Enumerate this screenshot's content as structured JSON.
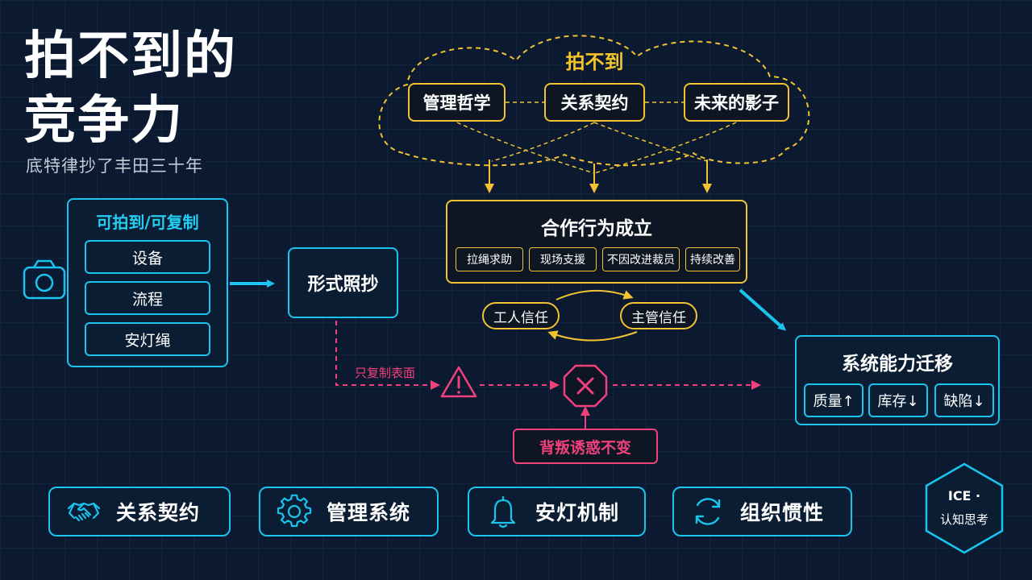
{
  "header": {
    "title_line1": "拍不到的",
    "title_line2": "竞争力",
    "subtitle": "底特律抄了丰田三十年"
  },
  "copyable": {
    "title": "可拍到/可复制",
    "items": [
      "设备",
      "流程",
      "安灯绳"
    ]
  },
  "formal_copy": {
    "label": "形式照抄"
  },
  "cloud": {
    "title": "拍不到",
    "items": [
      "管理哲学",
      "关系契约",
      "未来的影子"
    ]
  },
  "cooperation": {
    "title": "合作行为成立",
    "items": [
      "拉绳求助",
      "现场支援",
      "不因改进裁员",
      "持续改善"
    ]
  },
  "trust": {
    "worker": "工人信任",
    "manager": "主管信任"
  },
  "failure": {
    "surface_label": "只复制表面",
    "temptation": "背叛诱惑不变"
  },
  "system": {
    "title": "系统能力迁移",
    "items": [
      "质量↑",
      "库存↓",
      "缺陷↓"
    ]
  },
  "bottom": [
    {
      "label": "关系契约",
      "icon": "handshake-icon"
    },
    {
      "label": "管理系统",
      "icon": "gear-icon"
    },
    {
      "label": "安灯机制",
      "icon": "bell-icon"
    },
    {
      "label": "组织惯性",
      "icon": "refresh-icon"
    }
  ],
  "badge": {
    "line1": "ICE ·",
    "line2": "认知思考"
  },
  "colors": {
    "cyan": "#19c4ee",
    "yellow": "#f1c232",
    "pink": "#f0417d",
    "background": "#0b1a30"
  }
}
